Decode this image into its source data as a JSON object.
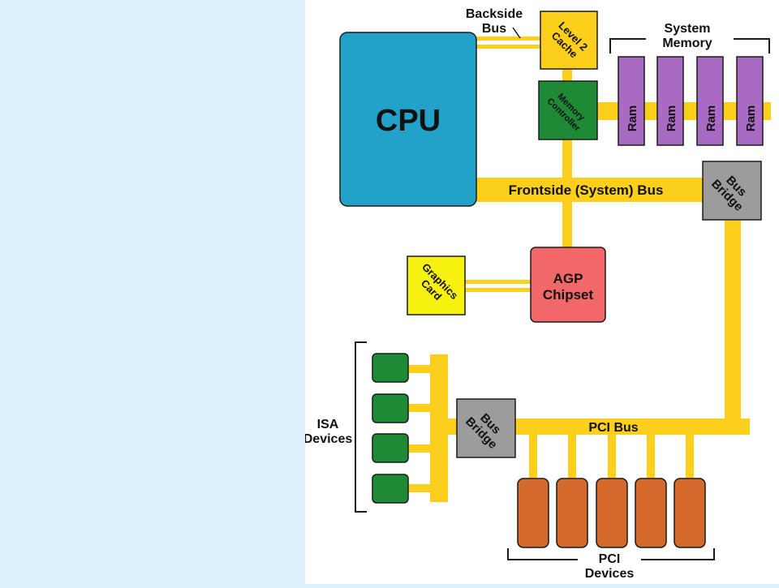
{
  "diagram": {
    "colors": {
      "bus": "#fccf1d",
      "cpu": "#22a2c9",
      "cache": "#fccf1d",
      "memory_controller": "#1f8a36",
      "ram": "#a96ac4",
      "bridge": "#9c9c9c",
      "agp": "#f26868",
      "graphics": "#f7f10f",
      "isa_device": "#1f8a36",
      "pci_device": "#d46a2c",
      "outline": "#1a1a1a"
    },
    "cpu": {
      "label": "CPU"
    },
    "cache": {
      "line1": "Level 2",
      "line2": "Cache"
    },
    "backside_bus": {
      "line1": "Backside",
      "line2": "Bus"
    },
    "system_memory": {
      "line1": "System",
      "line2": "Memory"
    },
    "memory_controller": {
      "line1": "Memory",
      "line2": "Controller"
    },
    "ram_label": "Ram",
    "frontside_bus": {
      "label": "Frontside (System) Bus"
    },
    "bus_bridge": {
      "line1": "Bus",
      "line2": "Bridge"
    },
    "agp": {
      "line1": "AGP",
      "line2": "Chipset"
    },
    "graphics_card": {
      "line1": "Graphics",
      "line2": "Card"
    },
    "pci_bus": {
      "label": "PCI Bus"
    },
    "isa_devices": {
      "line1": "ISA",
      "line2": "Devices"
    },
    "pci_devices": {
      "line1": "PCI",
      "line2": "Devices"
    }
  }
}
